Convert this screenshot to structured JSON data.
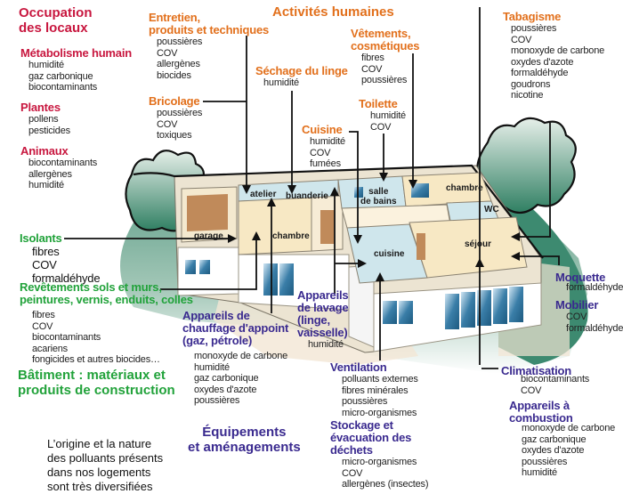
{
  "colors": {
    "occupation": "#c8173f",
    "activites": "#e2701c",
    "batiment": "#21a23a",
    "equipements": "#3a2a8f",
    "tree": "#3d8a70"
  },
  "sections": {
    "occupation": {
      "title_line1": "Occupation",
      "title_line2": "des locaux",
      "groups": [
        {
          "label": "Métabolisme humain",
          "items": [
            "humidité",
            "gaz carbonique",
            "biocontaminants"
          ]
        },
        {
          "label": "Plantes",
          "items": [
            "pollens",
            "pesticides"
          ]
        },
        {
          "label": "Animaux",
          "items": [
            "biocontaminants",
            "allergènes",
            "humidité"
          ]
        }
      ]
    },
    "activites": {
      "title": "Activités humaines",
      "groups": [
        {
          "label_line1": "Entretien,",
          "label_line2": "produits et techniques",
          "items": [
            "poussières",
            "COV",
            "allergènes",
            "biocides"
          ]
        },
        {
          "label": "Bricolage",
          "items": [
            "poussières",
            "COV",
            "toxiques"
          ]
        },
        {
          "label": "Séchage du linge",
          "items": [
            "humidité"
          ]
        },
        {
          "label": "Cuisine",
          "items": [
            "humidité",
            "COV",
            "fumées"
          ]
        },
        {
          "label_line1": "Vêtements,",
          "label_line2": "cosmétiques",
          "items": [
            "fibres",
            "COV",
            "poussières"
          ]
        },
        {
          "label": "Toilette",
          "items": [
            "humidité",
            "COV"
          ]
        },
        {
          "label": "Tabagisme",
          "items": [
            "poussières",
            "COV",
            "monoxyde de carbone",
            "oxydes d'azote",
            "formaldéhyde",
            "goudrons",
            "nicotine"
          ]
        }
      ]
    },
    "batiment": {
      "title_line1": "Bâtiment : matériaux et",
      "title_line2": "produits de construction",
      "groups": [
        {
          "label": "Isolants",
          "items": [
            "fibres",
            "COV",
            "formaldéhyde"
          ]
        },
        {
          "label_line1": "Revêtements sols et murs,",
          "label_line2": "peintures, vernis, enduits, colles",
          "items": [
            "fibres",
            "COV",
            "biocontaminants",
            "acariens",
            "fongicides et autres biocides…"
          ]
        }
      ]
    },
    "equipements": {
      "title_line1": "Équipements",
      "title_line2": "et aménagements",
      "groups": [
        {
          "label_line1": "Appareils de",
          "label_line2": "chauffage d'appoint",
          "label_line3": "(gaz, pétrole)",
          "items": [
            "monoxyde de carbone",
            "humidité",
            "gaz carbonique",
            "oxydes d'azote",
            "poussières"
          ]
        },
        {
          "label_line1": "Appareils",
          "label_line2": "de lavage",
          "label_line3": "(linge,",
          "label_line4": "vaisselle)",
          "items": [
            "humidité"
          ]
        },
        {
          "label": "Ventilation",
          "items": [
            "polluants externes",
            "fibres minérales",
            "poussières",
            "micro-organismes"
          ]
        },
        {
          "label_line1": "Stockage et",
          "label_line2": "évacuation des",
          "label_line3": "déchets",
          "items": [
            "micro-organismes",
            "COV",
            "allergènes (insectes)"
          ]
        },
        {
          "label": "Moquette",
          "items": [
            "formaldéhyde"
          ]
        },
        {
          "label": "Mobilier",
          "items": [
            "COV",
            "formaldéhyde"
          ]
        },
        {
          "label": "Climatisation",
          "items": [
            "biocontaminants",
            "COV"
          ]
        },
        {
          "label": "Appareils à combustion",
          "items": [
            "monoxyde de carbone",
            "gaz carbonique",
            "oxydes d'azote",
            "poussières",
            "humidité"
          ]
        }
      ]
    }
  },
  "rooms": {
    "atelier": "atelier",
    "buanderie": "buanderie",
    "salle_de_bains_1": "salle",
    "salle_de_bains_2": "de bains",
    "chambre_1": "chambre",
    "wc": "WC",
    "garage": "garage",
    "chambre_2": "chambre",
    "cuisine": "cuisine",
    "sejour": "séjour"
  },
  "caption": {
    "line1": "L’origine et la nature",
    "line2": "des polluants présents",
    "line3": "dans nos logements",
    "line4": "sont très diversifiées"
  }
}
